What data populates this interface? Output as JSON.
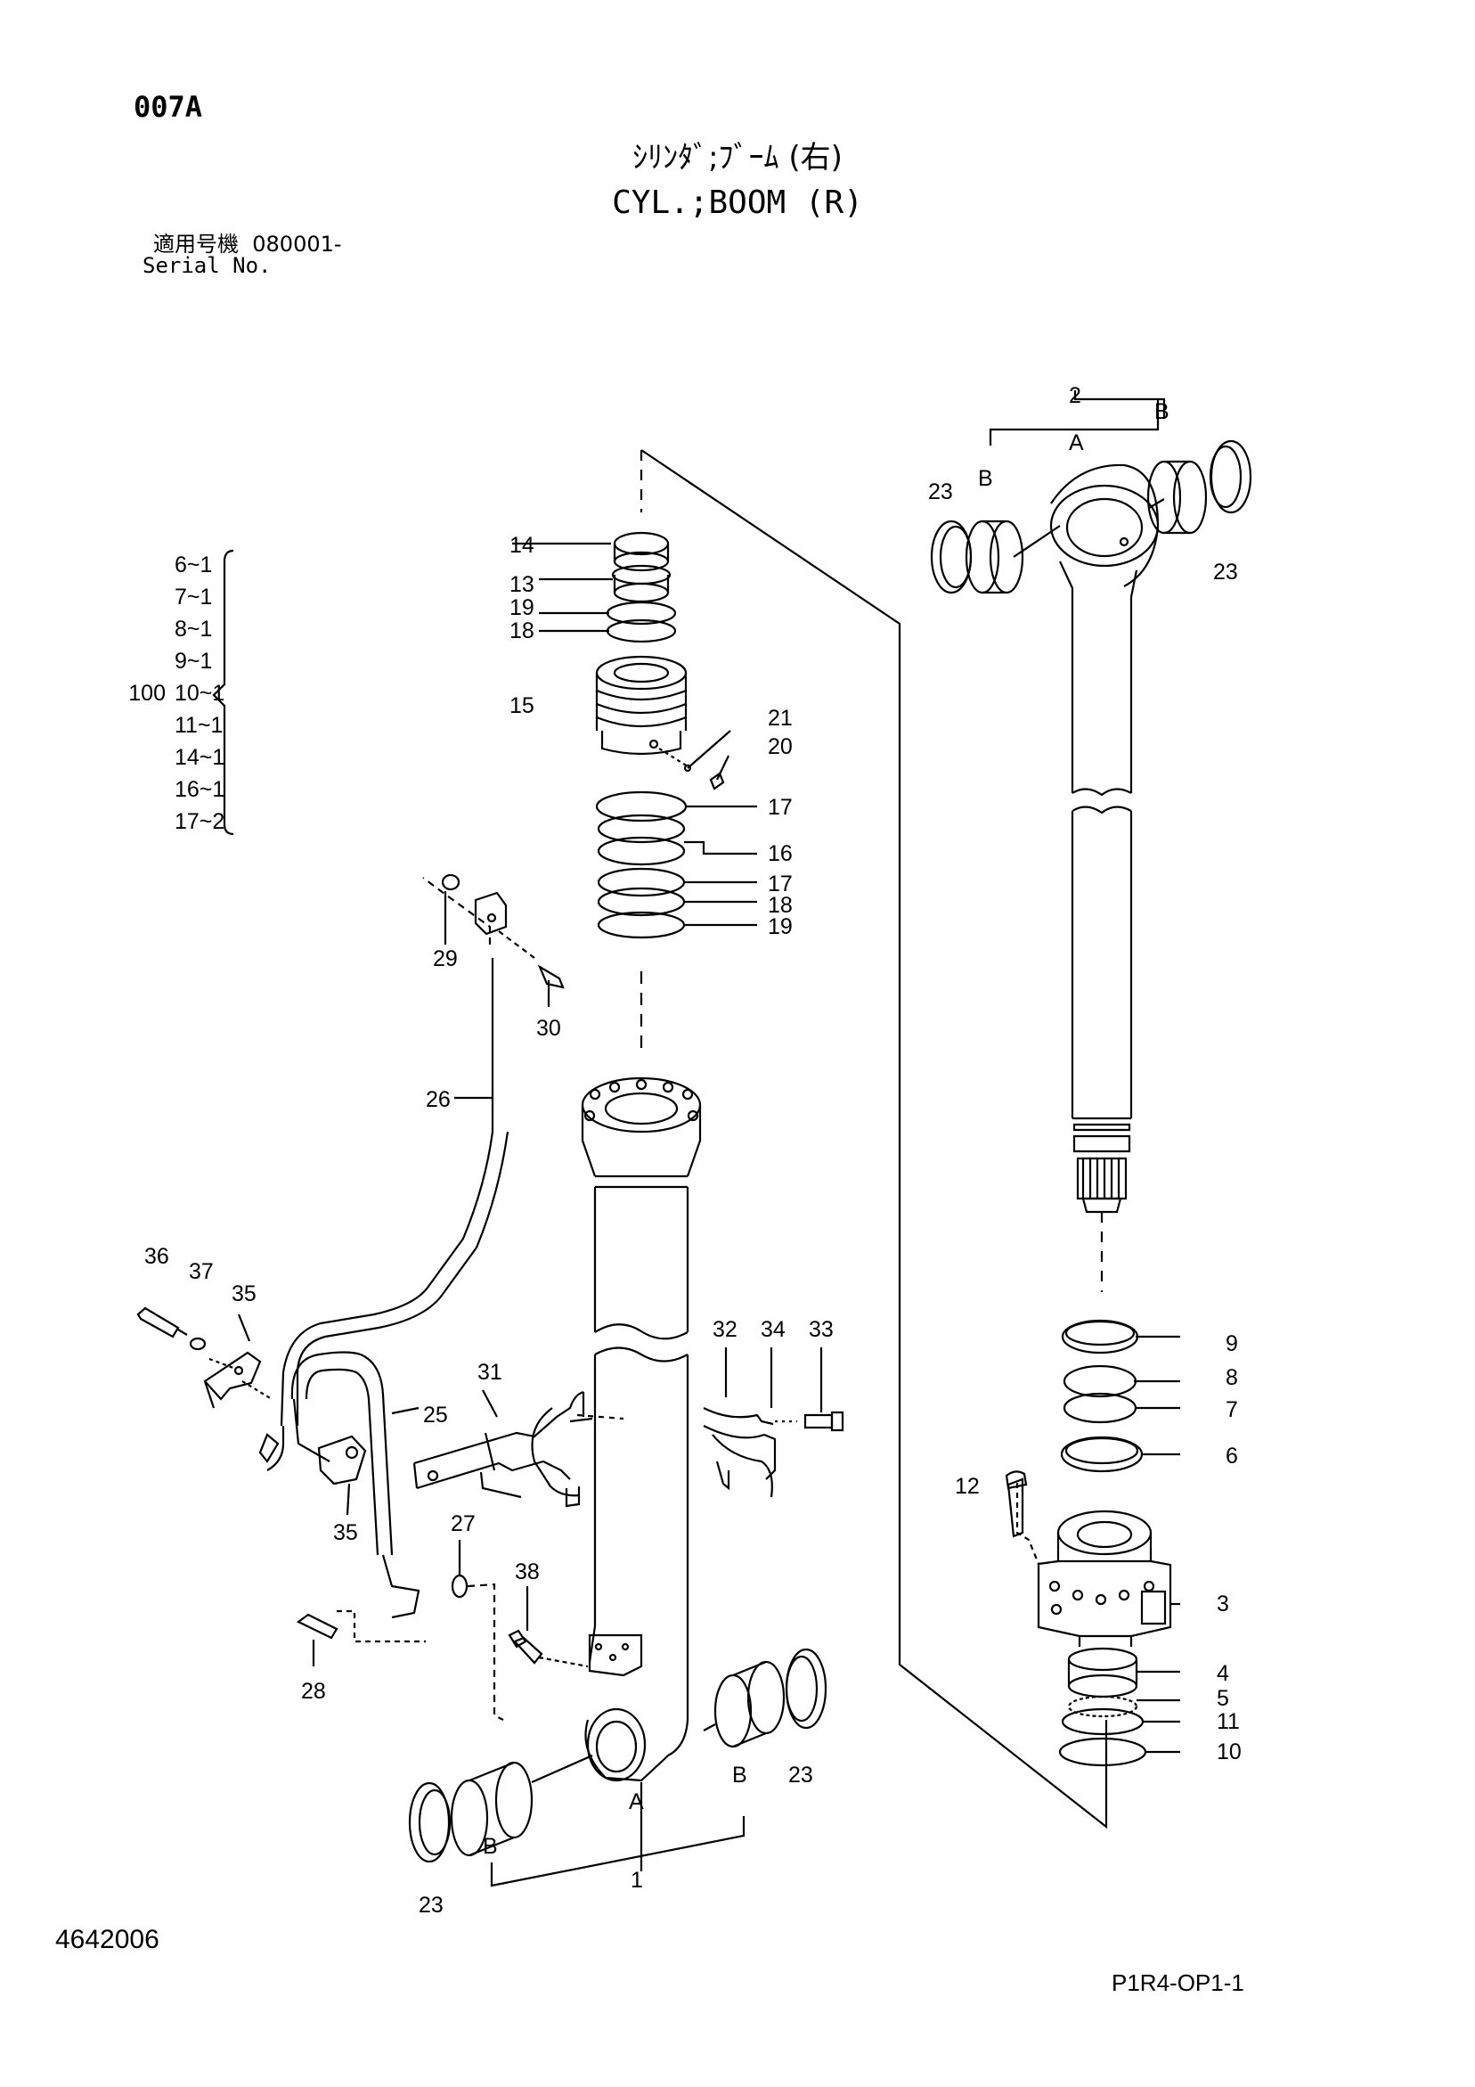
{
  "header": {
    "page_code": "007A",
    "title_jp": "ｼﾘﾝﾀﾞ;ﾌﾞｰﾑ (右)",
    "title_en": "CYL.;BOOM (R)",
    "serial_label_jp": "適用号機",
    "serial_value": "080001-",
    "serial_label_en": "Serial No."
  },
  "kit": {
    "number": "100",
    "items": [
      "6~1",
      "7~1",
      "8~1",
      "9~1",
      "10~1",
      "11~1",
      "14~1",
      "16~1",
      "17~2"
    ]
  },
  "callouts": {
    "c1": "1",
    "c2": "2",
    "c3": "3",
    "c4": "4",
    "c5": "5",
    "c6": "6",
    "c7": "7",
    "c8": "8",
    "c9": "9",
    "c10": "10",
    "c11": "11",
    "c12": "12",
    "c13": "13",
    "c14": "14",
    "c15": "15",
    "c16": "16",
    "c17": "17",
    "c18": "18",
    "c19": "19",
    "c20": "20",
    "c21": "21",
    "c23": "23",
    "c25": "25",
    "c26": "26",
    "c27": "27",
    "c28": "28",
    "c29": "29",
    "c30": "30",
    "c31": "31",
    "c32": "32",
    "c33": "33",
    "c34": "34",
    "c35": "35",
    "c36": "36",
    "c37": "37",
    "c38": "38",
    "a": "A",
    "b": "B"
  },
  "footer": {
    "drawing_no": "4642006",
    "page_ref": "P1R4-OP1-1"
  }
}
